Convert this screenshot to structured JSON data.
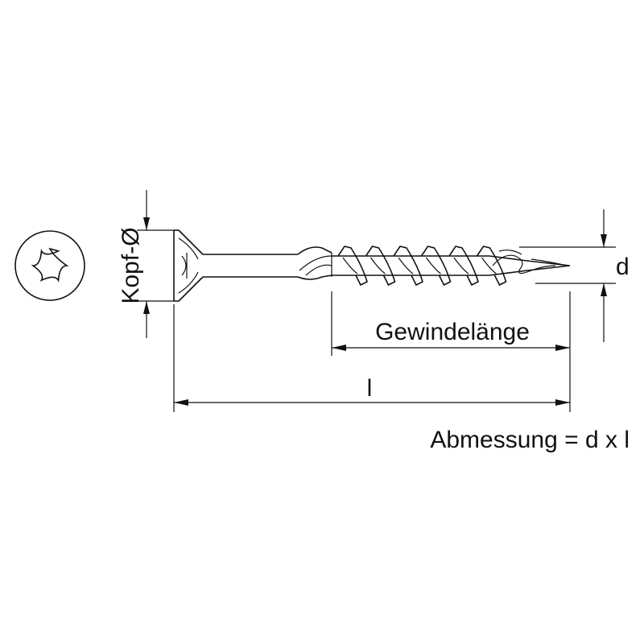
{
  "labels": {
    "head_diameter": "Kopf-Ø",
    "thread_diameter": "d",
    "thread_length": "Gewindelänge",
    "total_length": "l",
    "dimension_formula": "Abmessung = d x l"
  },
  "colors": {
    "line": "#111111",
    "background": "#ffffff"
  },
  "icons": {
    "drive": "torx-drive-icon"
  }
}
